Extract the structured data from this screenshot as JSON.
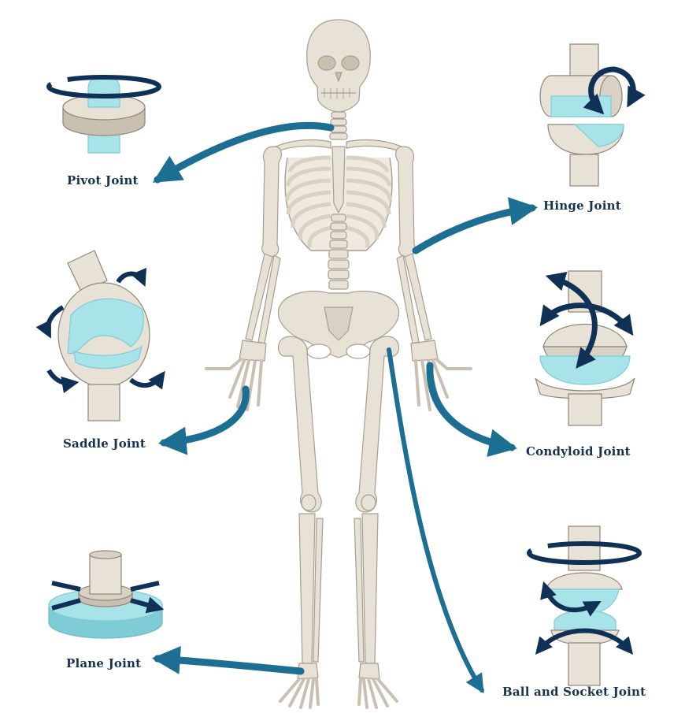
{
  "labels": {
    "pivot": "Pivot Joint",
    "hinge": "Hinge Joint",
    "saddle": "Saddle Joint",
    "condyloid": "Condyloid Joint",
    "plane": "Plane Joint",
    "ball_socket": "Ball and Socket Joint"
  },
  "colors": {
    "bone": "#e7e1d6",
    "bone_shadow": "#c9c0b1",
    "bone_outline": "#a79e90",
    "cartilage": "#a9e3ea",
    "cartilage_dark": "#7fcbd6",
    "arrow": "#1d6e93",
    "motion_arrow": "#0f3155",
    "label": "#16324f"
  }
}
